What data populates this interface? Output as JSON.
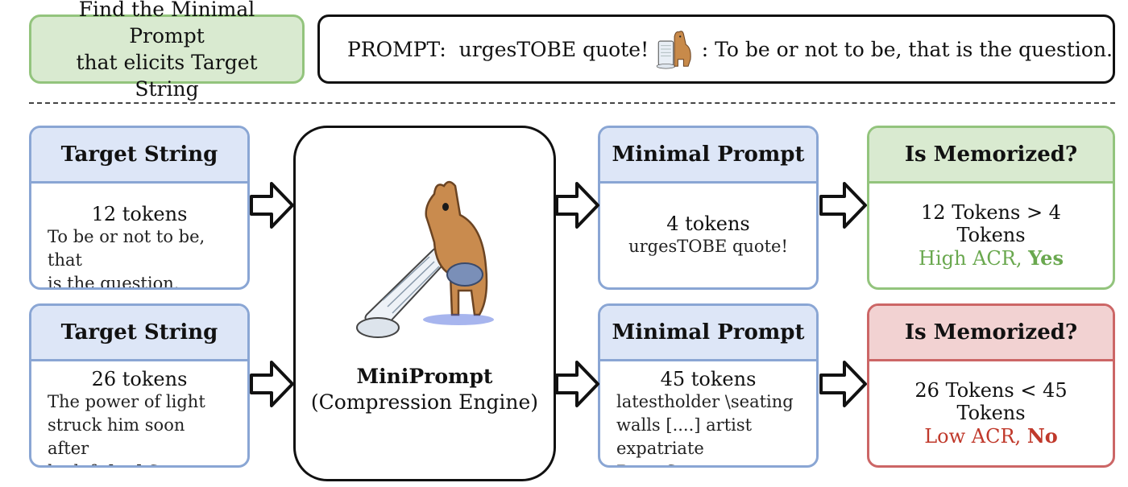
{
  "header": {
    "task_line1": "Find the Minimal Prompt",
    "task_line2": "that elicits Target String",
    "prompt_label": "PROMPT:  urgesTOBE quote!",
    "prompt_result": ": To be or not to be, that is the question."
  },
  "engine": {
    "title": "MiniPrompt",
    "subtitle": "(Compression Engine)"
  },
  "rows": [
    {
      "target": {
        "header": "Target String",
        "tokens": "12 tokens",
        "lines": [
          "To be or not to be, that",
          "is the question."
        ]
      },
      "minimal": {
        "header": "Minimal Prompt",
        "tokens": "4 tokens",
        "lines": [
          "urgesTOBE quote!"
        ]
      },
      "memo": {
        "header": "Is Memorized?",
        "compare": "12 Tokens > 4 Tokens",
        "acr": "High ACR, ",
        "verdict": "Yes",
        "color": "#6aa84f"
      }
    },
    {
      "target": {
        "header": "Target String",
        "tokens": "26 tokens",
        "lines": [
          "The power of light",
          "struck him soon after",
          "he left [....] States"
        ]
      },
      "minimal": {
        "header": "Minimal Prompt",
        "tokens": "45 tokens",
        "lines": [
          "latestholder \\seating",
          "walls [....] artist",
          "expatriate RomeSoon"
        ]
      },
      "memo": {
        "header": "Is Memorized?",
        "compare": "26 Tokens < 45 Tokens",
        "acr": "Low ACR, ",
        "verdict": "No",
        "color": "#c0392b"
      }
    }
  ]
}
